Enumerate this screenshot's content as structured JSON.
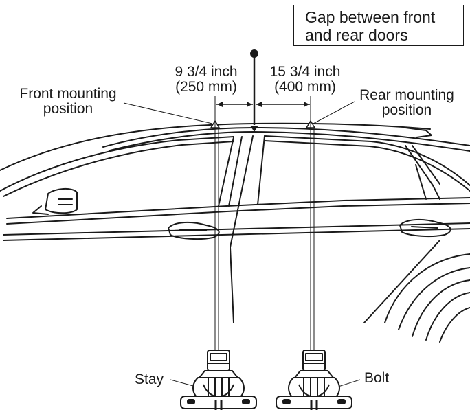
{
  "callout": {
    "line1": "Gap between front",
    "line2": "and rear doors"
  },
  "dimensions": {
    "front": {
      "line1": "9 3/4 inch",
      "line2": "(250 mm)"
    },
    "rear": {
      "line1": "15 3/4 inch",
      "line2": "(400 mm)"
    }
  },
  "labels": {
    "front_position_line1": "Front mounting",
    "front_position_line2": "position",
    "rear_position_line1": "Rear mounting",
    "rear_position_line2": "position",
    "stay": "Stay",
    "bolt": "Bolt"
  },
  "colors": {
    "ink": "#1a1a1a",
    "background": "#ffffff"
  }
}
